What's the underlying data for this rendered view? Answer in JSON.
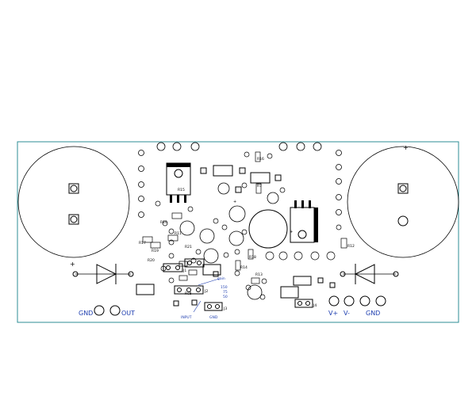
{
  "board": {
    "outline_color": "#2c8d94",
    "silk_color": "#000000",
    "label_color": "#1f3fb0"
  },
  "refs": {
    "r7": "R7",
    "r10": "R10",
    "r11": "R11",
    "r12": "R12",
    "r13": "R13",
    "r14": "R14",
    "r15": "R15",
    "r16": "R16",
    "r17": "R17",
    "r18": "R18",
    "r19": "R19",
    "r20": "R20",
    "r21": "R21",
    "rc8": "Rc8",
    "j1": "J1",
    "j2": "J2",
    "j3": "J3",
    "j4": "J4"
  },
  "gain": {
    "title": "gain",
    "opt_150": "150",
    "opt_75": "75",
    "opt_50": "50"
  },
  "connectors": {
    "input": "INPUT",
    "gnd_small": "GND",
    "gnd_left": "GND",
    "out": "OUT",
    "vplus": "V+",
    "vminus": "V-",
    "gnd_right": "GND"
  },
  "polarity": {
    "plus": "+"
  }
}
